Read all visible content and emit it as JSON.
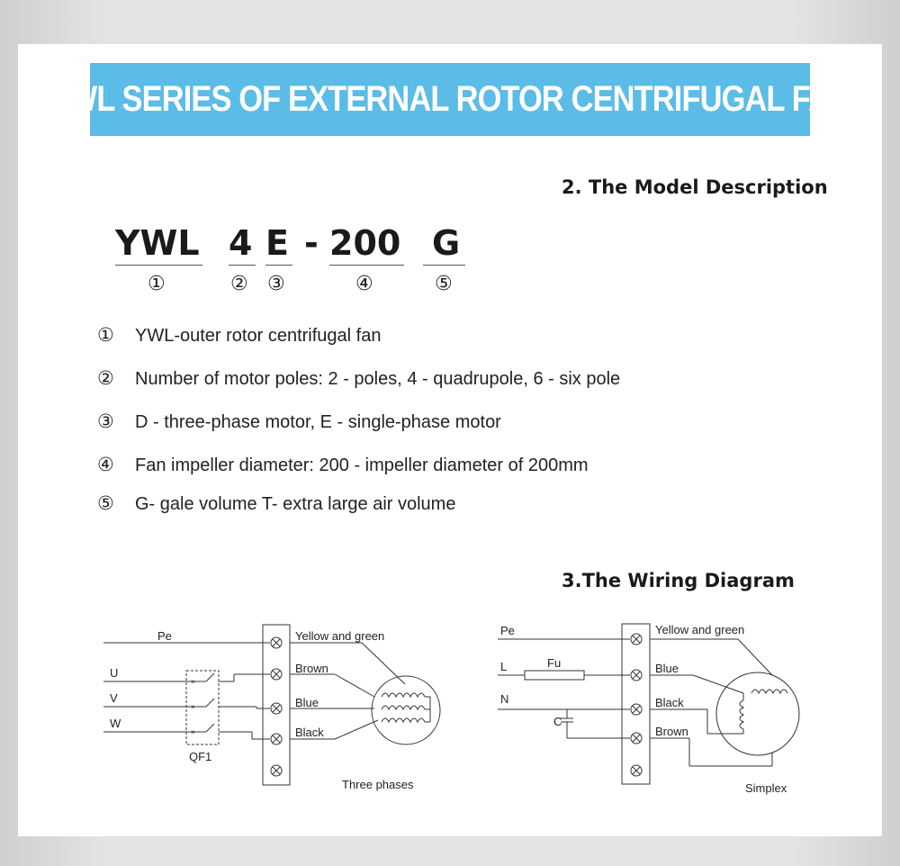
{
  "banner": {
    "title": "YWL SERIES OF EXTERNAL ROTOR CENTRIFUGAL FAN"
  },
  "model_heading": "2. The Model Description",
  "model_code": {
    "parts": [
      "YWL",
      "4",
      "E",
      "-",
      "200",
      "G"
    ],
    "markers": [
      "①",
      "②",
      "③",
      "④",
      "⑤"
    ]
  },
  "descriptions": [
    {
      "num": "①",
      "text": "YWL-outer rotor centrifugal fan"
    },
    {
      "num": "②",
      "text": "Number of motor poles: 2 - poles, 4 - quadrupole, 6 - six pole"
    },
    {
      "num": "③",
      "text": "D - three-phase motor, E - single-phase motor"
    },
    {
      "num": "④",
      "text": "Fan impeller diameter: 200 - impeller diameter of 200mm"
    },
    {
      "num": "⑤",
      "text": "G- gale volume T- extra large air volume"
    }
  ],
  "wiring_heading": "3.The Wiring Diagram",
  "three_phase": {
    "lines": [
      "Pe",
      "U",
      "V",
      "W"
    ],
    "terminals": [
      "Yellow and green",
      "Brown",
      "Blue",
      "Black"
    ],
    "switch_label": "QF1",
    "caption": "Three phases"
  },
  "simplex": {
    "lines": [
      "Pe",
      "L",
      "N"
    ],
    "fuse_label": "Fu",
    "capacitor_label": "C",
    "terminals": [
      "Yellow and green",
      "Blue",
      "Black",
      "Brown"
    ],
    "caption": "Simplex"
  }
}
